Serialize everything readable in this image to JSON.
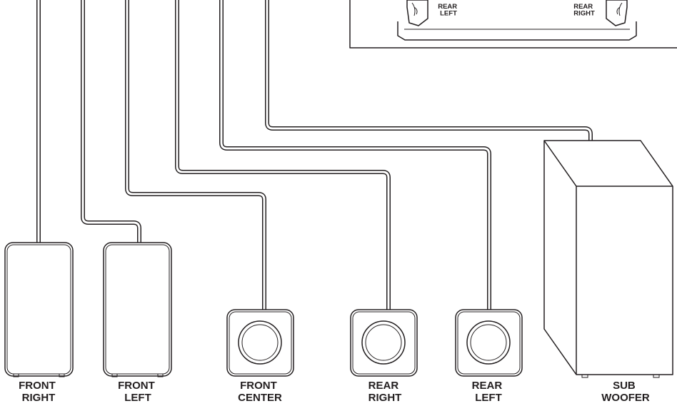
{
  "speakers": {
    "front_right": {
      "line1": "FRONT",
      "line2": "RIGHT"
    },
    "front_left": {
      "line1": "FRONT",
      "line2": "LEFT"
    },
    "front_center": {
      "line1": "FRONT",
      "line2": "CENTER"
    },
    "rear_right": {
      "line1": "REAR",
      "line2": "RIGHT"
    },
    "rear_left": {
      "line1": "REAR",
      "line2": "LEFT"
    },
    "subwoofer": {
      "line1": "SUB",
      "line2": "WOOFER"
    }
  },
  "panel": {
    "rear_left": {
      "line1": "REAR",
      "line2": "LEFT"
    },
    "rear_right": {
      "line1": "REAR",
      "line2": "RIGHT"
    }
  },
  "colors": {
    "line": "#231f20",
    "background": "#ffffff"
  }
}
